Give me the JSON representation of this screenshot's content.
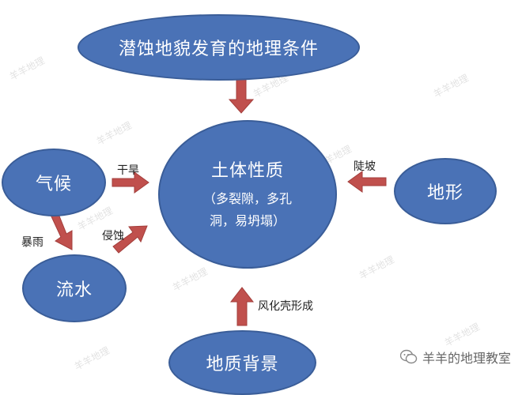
{
  "nodes": {
    "top": "潜蚀地貌发育的地理条件",
    "center_title": "土体性质",
    "center_detail_1": "（多裂隙，多孔",
    "center_detail_2": "洞，易坍塌）",
    "climate": "气候",
    "landform": "地形",
    "flow": "流水",
    "geology": "地质背景"
  },
  "labels": {
    "drought": "干旱",
    "slope": "陡坡",
    "rainstorm": "暴雨",
    "erosion": "侵蚀",
    "weathering": "风化壳形成"
  },
  "watermark": "羊羊地理",
  "brand": "羊羊的地理教室",
  "colors": {
    "node_fill": "#4a72b6",
    "node_border": "#3a5d98",
    "arrow": "#c0504d"
  }
}
